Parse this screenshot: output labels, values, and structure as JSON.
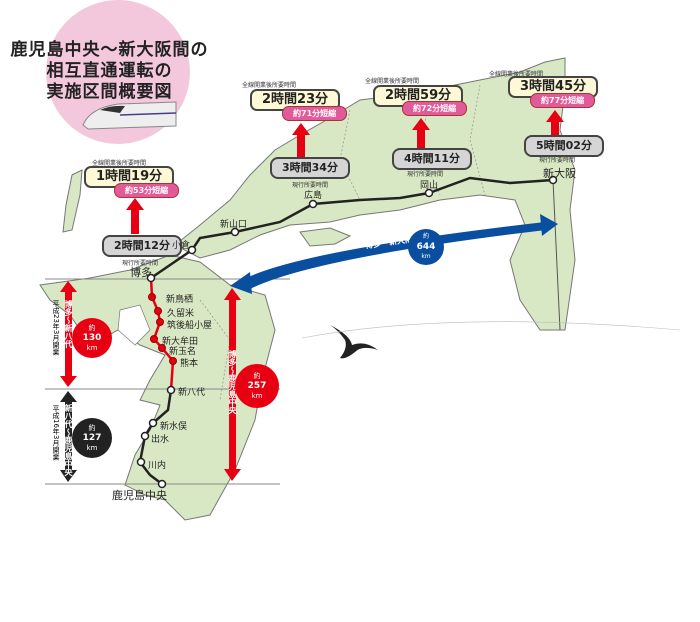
{
  "title": {
    "lines": [
      "鹿児島中央～新大阪間の",
      "相互直通運転の",
      "実施区間概要図"
    ]
  },
  "colors": {
    "land": "#d9e8c4",
    "pink_circle": "#f4c8dc",
    "shorten": "#e15a9a",
    "arrow_red": "#e60012",
    "blue": "#0a4ea0",
    "new_box": "#fdf8d6",
    "current_box": "#d5d5d5"
  },
  "times": [
    {
      "header": "全線開業後所要時間",
      "new": "1時間19分",
      "shorten": "約53分短縮",
      "current": "2時間12分",
      "current_label": "現行所要時間"
    },
    {
      "header": "全線開業後所要時間",
      "new": "2時間23分",
      "shorten": "約71分短縮",
      "current": "3時間34分",
      "current_label": "現行所要時間"
    },
    {
      "header": "全線開業後所要時間",
      "new": "2時間59分",
      "shorten": "約72分短縮",
      "current": "4時間11分",
      "current_label": "現行所要時間"
    },
    {
      "header": "全線開業後所要時間",
      "new": "3時間45分",
      "shorten": "約77分短縮",
      "current": "5時間02分",
      "current_label": "現行所要時間"
    }
  ],
  "stations": {
    "shin_osaka": "新大阪",
    "okayama": "岡山",
    "hiroshima": "広島",
    "shin_yamaguchi": "新山口",
    "kokura": "小倉",
    "hakata": "博多",
    "shin_tosu": "新鳥栖",
    "kurume": "久留米",
    "chikugo": "筑後船小屋",
    "shin_omuta": "新大牟田",
    "shin_tamana": "新玉名",
    "kumamoto": "熊本",
    "shin_yatsushiro": "新八代",
    "shin_minamata": "新水俣",
    "izumi": "出水",
    "sendai": "川内",
    "kagoshima": "鹿児島中央"
  },
  "distances": {
    "hakata_yatsushiro": {
      "label": "博多～新八代",
      "approx": "約",
      "value": "130",
      "unit": "km",
      "opened": "平成23年3月開業"
    },
    "yatsushiro_kagoshima": {
      "label": "新八代～鹿児島中央",
      "approx": "約",
      "value": "127",
      "unit": "km",
      "opened": "平成16年3月開業"
    },
    "hakata_kagoshima": {
      "label": "博多～鹿児島中央",
      "approx": "約",
      "value": "257",
      "unit": "km"
    },
    "hakata_osaka": {
      "label": "博多～新大阪",
      "approx": "約",
      "value": "644",
      "unit": "km"
    }
  }
}
